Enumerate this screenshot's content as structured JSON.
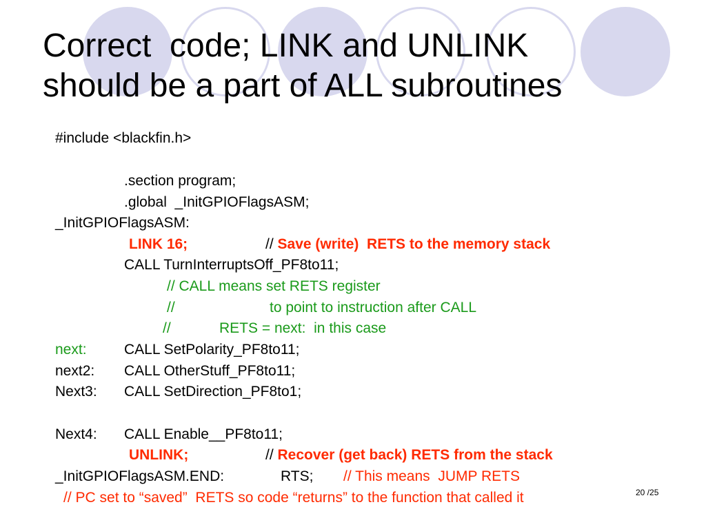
{
  "slide": {
    "title_line1": "Correct  code; LINK and UNLINK",
    "title_line2": "should be a part of ALL subroutines",
    "page_number": "20 /25",
    "colors": {
      "decor_circle": "#d8d8ee",
      "highlight_red": "#ff2a00",
      "comment_green": "#1a9a1a"
    }
  },
  "code": {
    "include": "#include <blackfin.h>",
    "section": ".section program;",
    "global": ".global  _InitGPIOFlagsASM;",
    "func_label": "_InitGPIOFlagsASM:",
    "link_instr": "LINK 16;",
    "link_slashes": "//",
    "link_comment": " Save (write)  RETS to the memory stack",
    "call_interrupts": "CALL TurnInterruptsOff_PF8to11;",
    "comment1": "// CALL means set RETS register",
    "comment2_slashes": "//",
    "comment2_text": "to point to instruction after CALL",
    "comment3_slashes": "//",
    "comment3_text": "RETS = next:  in this case",
    "next_label": "next:",
    "call_polarity": "CALL SetPolarity_PF8to11;",
    "next2_label": "next2:",
    "call_other": "CALL OtherStuff_PF8to11;",
    "next3_label": "Next3:",
    "call_direction": "CALL SetDirection_PF8to1;",
    "next4_label": "Next4:",
    "call_enable": "CALL Enable__PF8to11;",
    "unlink_instr": "UNLINK;",
    "unlink_slashes": "//",
    "unlink_comment": " Recover (get back) RETS from the stack",
    "end_label": "_InitGPIOFlagsASM.END:",
    "rts_instr": "RTS;",
    "rts_comment": "// This means  JUMP RETS",
    "final_comment": "// PC set to “saved”  RETS so code “returns” to the function that called it"
  }
}
